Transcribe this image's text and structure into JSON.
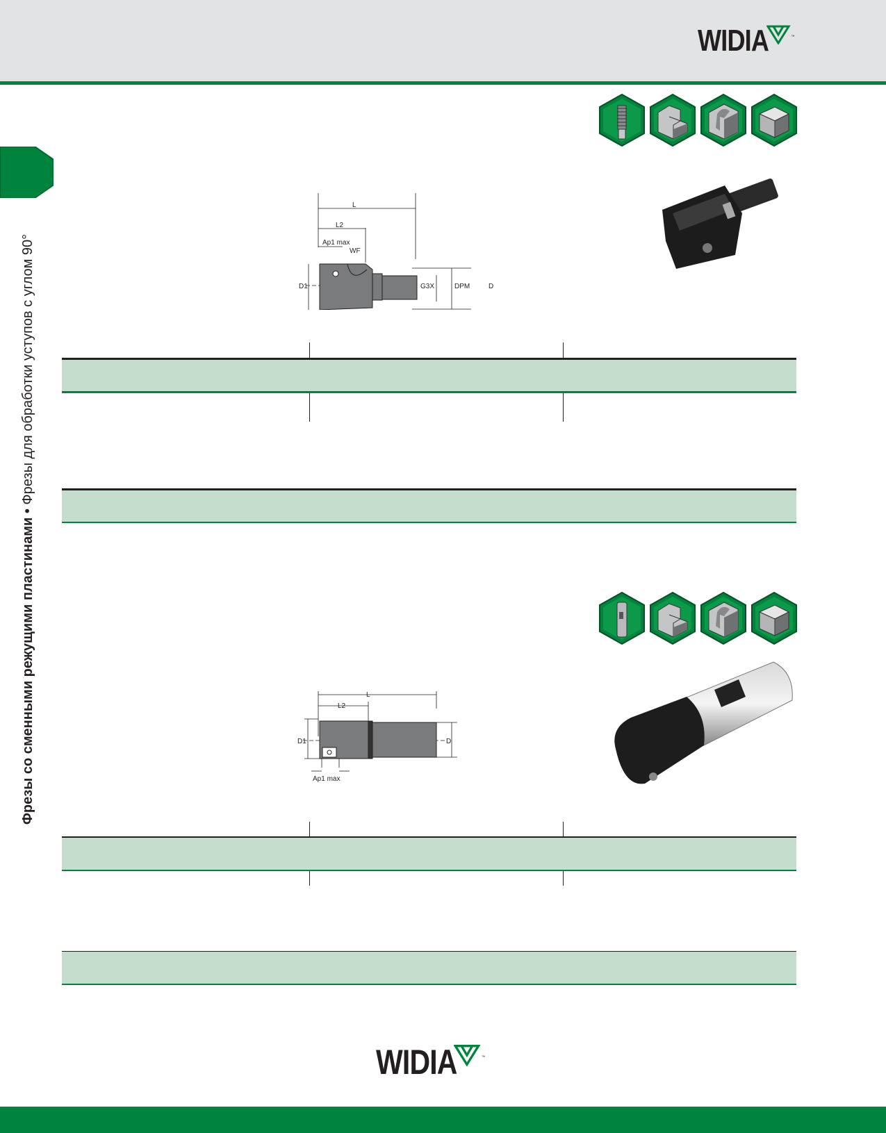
{
  "brand": {
    "name": "WIDIA",
    "tm": "™",
    "green": "#00843d",
    "header_gray": "#e2e3e5",
    "table_band": "#c5ddcc"
  },
  "side_nav": {
    "title_bold": "Фрезы со сменными режущими пластинами •",
    "title_regular": "Фрезы для обработки уступов с углом 90°"
  },
  "section1": {
    "icons": [
      "screw-shank-icon",
      "shoulder-milling-icon",
      "slotting-icon",
      "face-milling-icon"
    ],
    "drawing_labels": {
      "L": "L",
      "L2": "L2",
      "ap": "Ap1 max",
      "wf": "WF",
      "d1": "D1",
      "g3x": "G3X",
      "dpm": "DPM",
      "d": "D"
    }
  },
  "section2": {
    "icons": [
      "cylindrical-shank-icon",
      "shoulder-milling-icon",
      "slotting-icon",
      "face-milling-icon"
    ],
    "drawing_labels": {
      "L": "L",
      "L2": "L2",
      "d1": "D1",
      "d": "D",
      "ap": "Ap1 max"
    }
  }
}
